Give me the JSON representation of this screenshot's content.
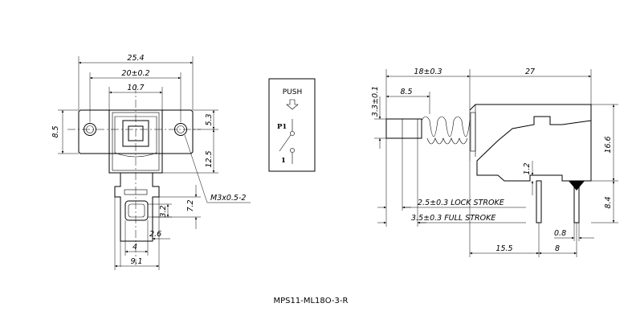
{
  "front_view": {
    "dim_total_width": "25.4",
    "dim_mount_spacing": "20±0.2",
    "dim_inner_width": "10.7",
    "dim_height_left": "8.5",
    "dim_upper_right": "5.3",
    "dim_body_right": "12.5",
    "dim_terminal": "7.2",
    "dim_slot": "3.2",
    "dim_pin_offset": "2.6",
    "dim_pin_width": "4",
    "dim_stem_width": "9.1",
    "screw_callout": "M3x0.5-2"
  },
  "schematic": {
    "push_label": "PUSH",
    "p1_label": "P1",
    "pin1_label": "1"
  },
  "side_view": {
    "dim_plunger_length": "18±0.3",
    "dim_body_length": "27",
    "dim_plunger_tip": "8.5",
    "dim_plunger_dia": "3.3±0.1",
    "dim_height": "16.6",
    "dim_small": "1.2",
    "dim_lock_stroke": "2.5±0.3 LOCK STROKE",
    "dim_full_stroke": "3.5±0.3 FULL STROKE",
    "dim_terminal_length": "8.4",
    "dim_terminal_thickness": "0.8",
    "dim_terminal_offset": "15.5",
    "dim_terminal_spacing": "8"
  },
  "caption": "MPS11-ML18O-3-R"
}
